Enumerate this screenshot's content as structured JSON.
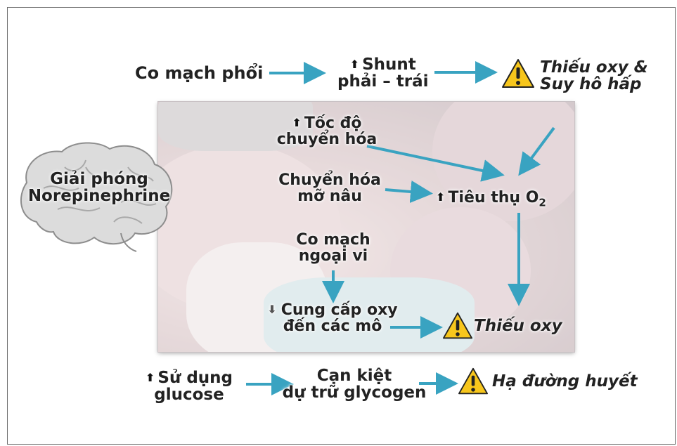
{
  "diagram": {
    "brain_label": [
      "Giải phóng",
      "Norepinephrine"
    ],
    "pulm_vasoconstriction": "Co mạch phổi",
    "shunt": [
      "Shunt",
      "phải – trái"
    ],
    "hypoxia_resp": [
      "Thiếu oxy &",
      "Suy hô hấp"
    ],
    "metabolic_rate": [
      "Tốc độ",
      "chuyển hóa"
    ],
    "brown_fat": [
      "Chuyển hóa",
      "mỡ nâu"
    ],
    "o2_consumption": "Tiêu thụ O",
    "o2_subscript": "2",
    "peripheral_vasoconstriction": [
      "Co mạch",
      "ngoại vi"
    ],
    "oxygen_delivery": [
      "Cung cấp oxy",
      "đến các mô"
    ],
    "hypoxia": "Thiếu oxy",
    "glucose_use": [
      "Sử dụng",
      "glucose"
    ],
    "glycogen_depletion": [
      "Cạn kiệt",
      "dự trữ glycogen"
    ],
    "hypoglycemia": "Hạ đường huyết"
  },
  "colors": {
    "arrow": "#39a3c1",
    "warning_fill": "#f7c61c",
    "warning_stroke": "#222222"
  }
}
